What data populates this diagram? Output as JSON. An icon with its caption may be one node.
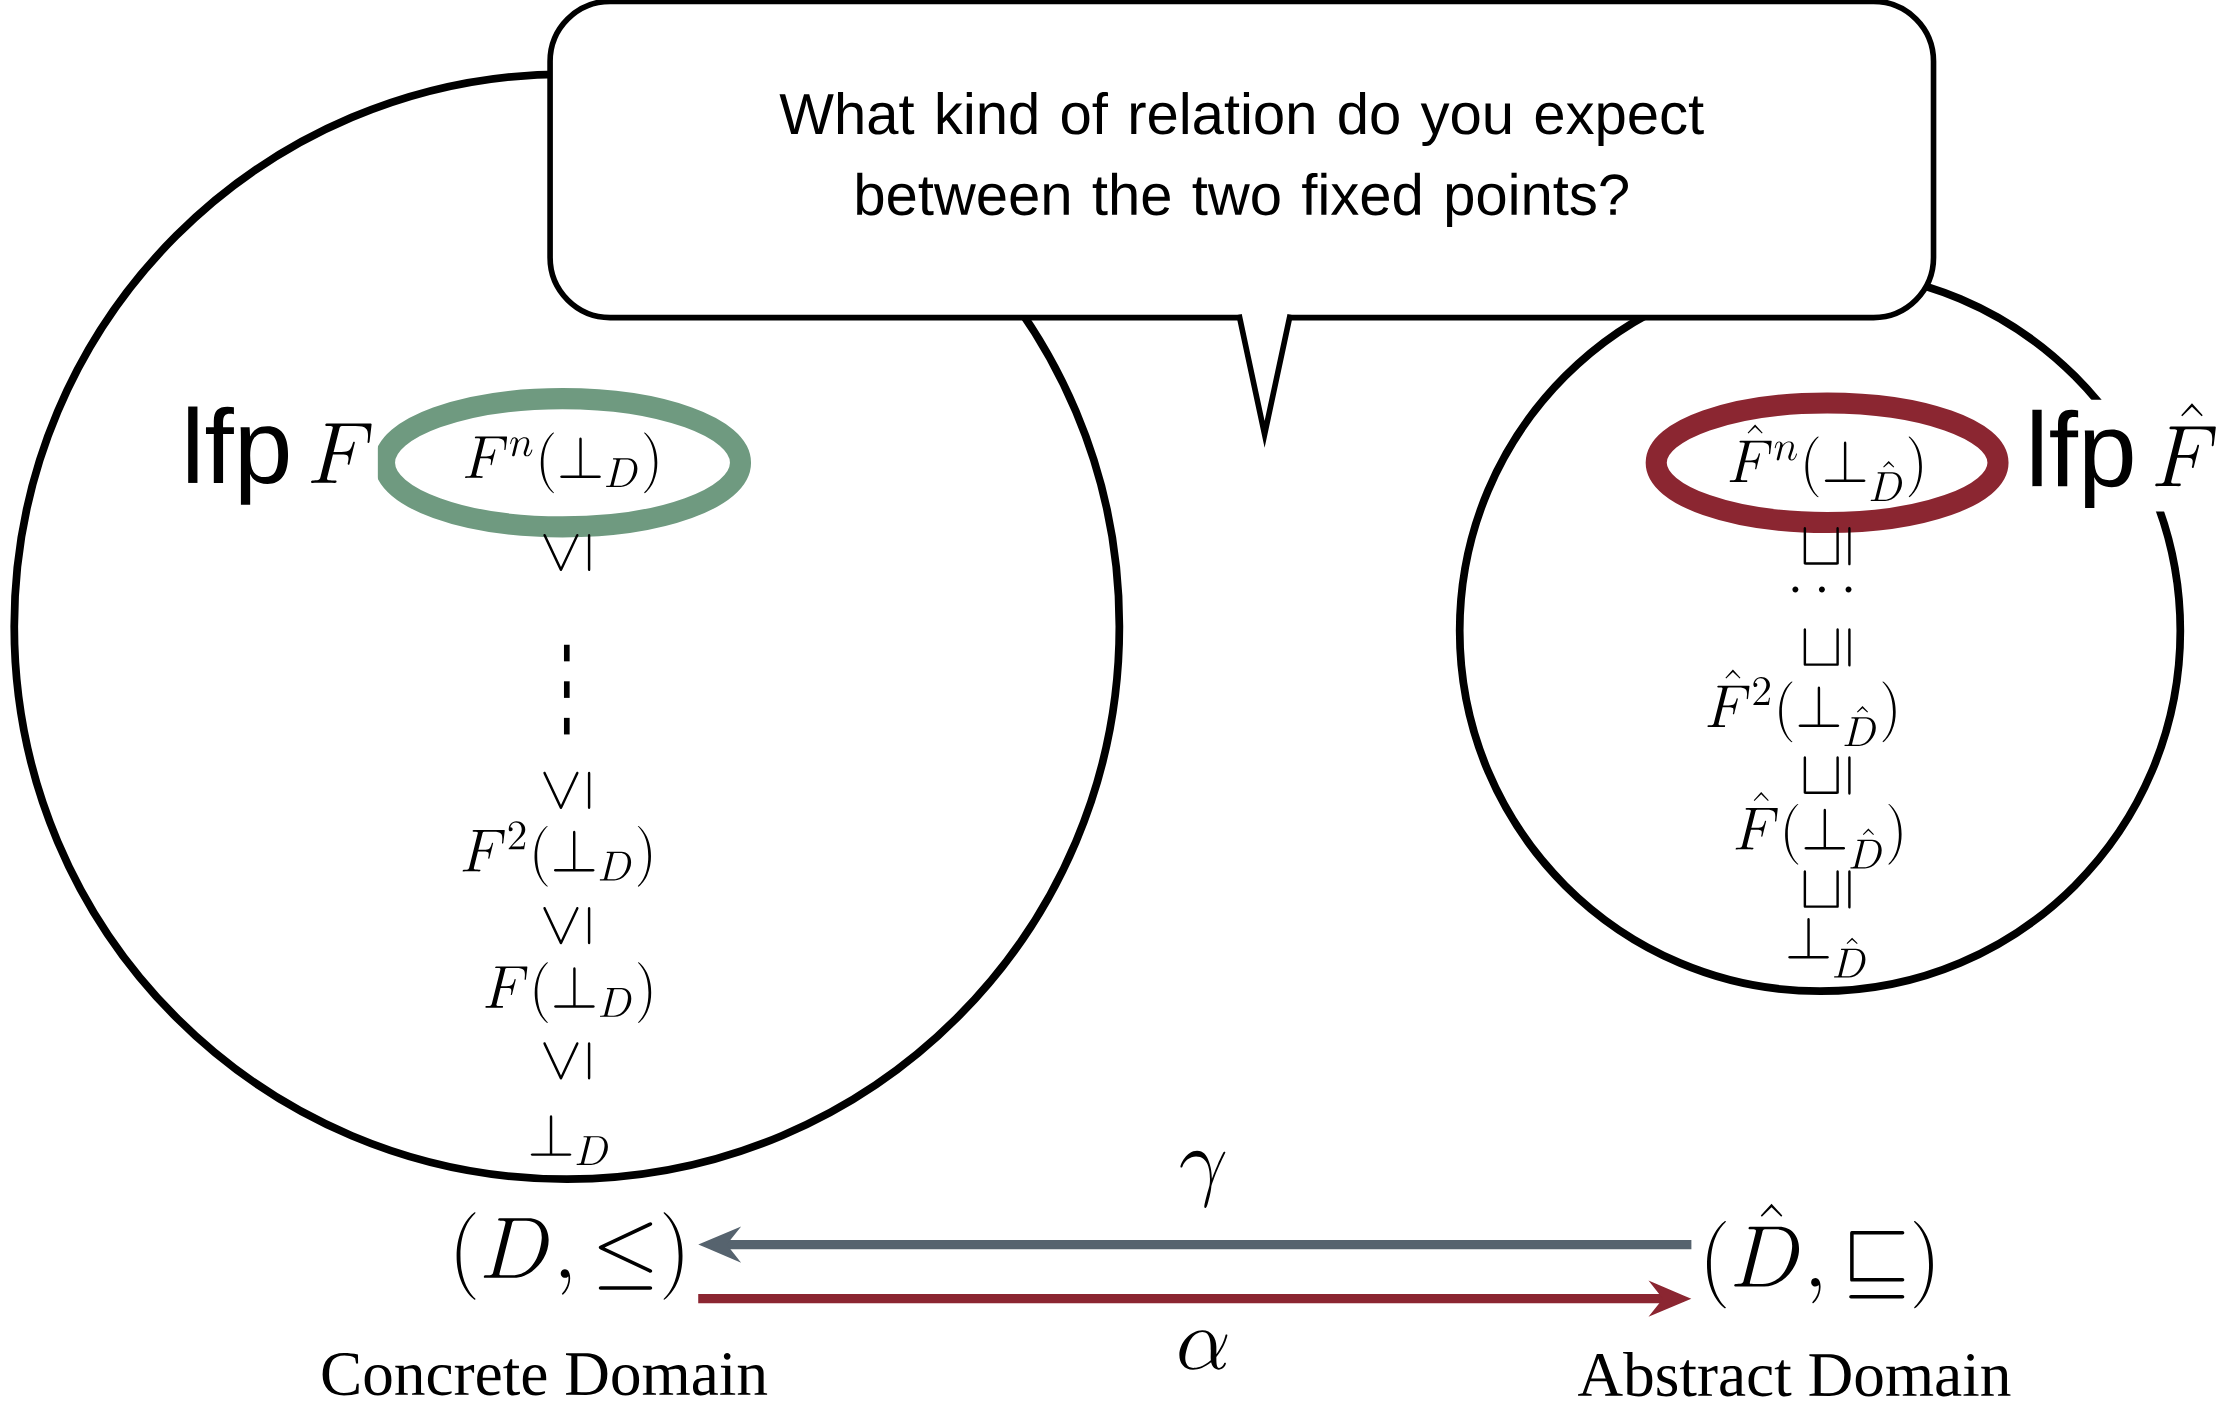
{
  "diagram": {
    "nodes": [
      {
        "text": [],
        "shape": "circle"
      },
      {
        "text": [],
        "shape": "circle"
      },
      {
        "text": [
          "What kind of relation do you expect between the two fixed points?"
        ]
      },
      {
        "text": [
          "F^n(\\bot_D)"
        ],
        "beside": [
          "\\mathrm{lfp}\\, F"
        ],
        "in": 0
      },
      {
        "text": [
          "\\hat{F}^n(\\bot_{\\hat{D}})"
        ],
        "beside": [
          "\\mathrm{lfp}\\, \\hat{F}"
        ],
        "in": 1
      },
      {
        "text": [
          "(D, \\leq)"
        ],
        "beside": [
          "Concrete Domain"
        ]
      },
      {
        "text": [
          "(\\hat{D}, \\sqsubseteq)"
        ],
        "beside": [
          "Abstract Domain"
        ]
      }
    ],
    "edges": [
      {
        "from": 6,
        "to": 5,
        "arrow": "to",
        "label": "\\gamma",
        "color": "#56636e"
      },
      {
        "from": 5,
        "to": 6,
        "arrow": "to",
        "label": "\\alpha",
        "color": "#8b2631"
      }
    ],
    "labels": [
      "\\leq",
      "\\vdots",
      "\\leq",
      "F^2(\\bot_D)",
      "\\leq",
      "F(\\bot_D)",
      "\\leq",
      "\\bot_D",
      "\\sqsubseteq",
      "\\dots",
      "\\sqsubseteq",
      "\\hat{F}^2(\\bot_{\\hat{D}})",
      "\\sqsubseteq",
      "\\hat{F}(\\bot_{\\hat{D}})",
      "\\sqsubseteq",
      "\\bot_{\\hat{D}}"
    ]
  }
}
